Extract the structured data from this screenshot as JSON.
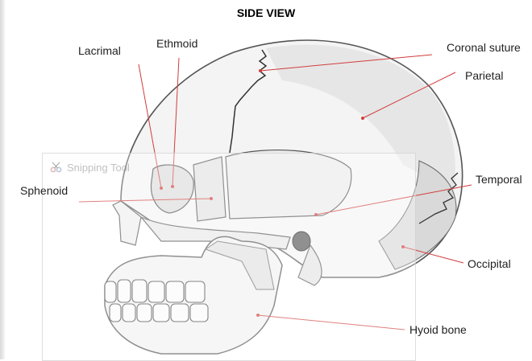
{
  "title": "SIDE VIEW",
  "labels": {
    "lacrimal": "Lacrimal",
    "ethmoid": "Ethmoid",
    "coronal_suture": "Coronal suture",
    "parietal": "Parietal",
    "sphenoid": "Sphenoid",
    "temporal": "Temporal",
    "occipital": "Occipital",
    "hyoid_bone": "Hyoid bone"
  },
  "watermark": {
    "text": "Snipping Tool",
    "icon": "scissors-icon"
  },
  "colors": {
    "leader_line": "#d23c3c",
    "bone_shadow": "#cfcfcf",
    "outline": "#555555"
  }
}
